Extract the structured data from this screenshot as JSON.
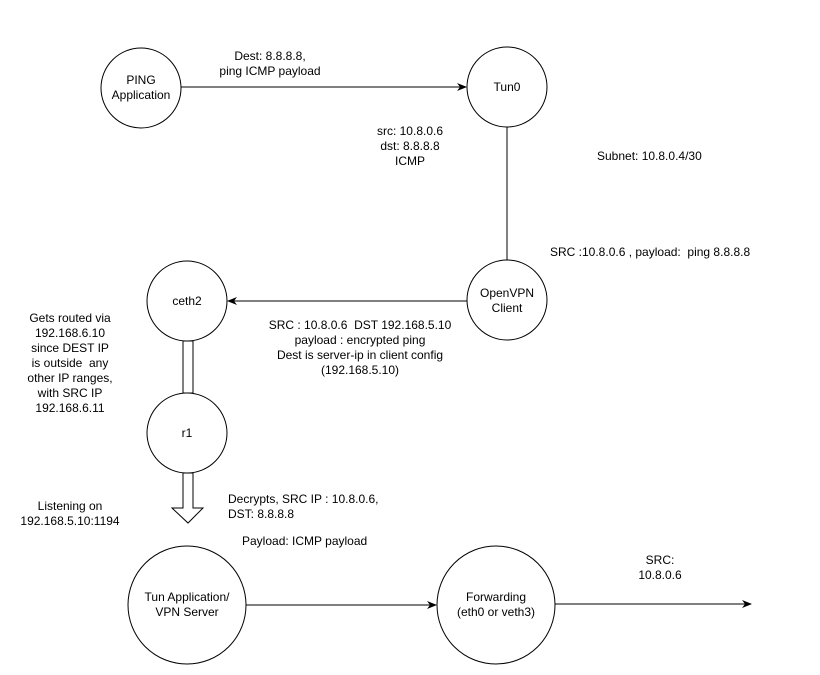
{
  "nodes": {
    "ping": [
      "PING",
      "Application"
    ],
    "tun0": "Tun0",
    "openvpn": [
      "OpenVPN",
      "Client"
    ],
    "ceth2": "ceth2",
    "r1": "r1",
    "tunapp": [
      "Tun Application/",
      "VPN Server"
    ],
    "forwarding": [
      "Forwarding",
      "(eth0 or veth3)"
    ]
  },
  "labels": {
    "ping_to_tun": [
      "Dest: 8.8.8.8,",
      "ping ICMP payload"
    ],
    "tun_packet": [
      "src: 10.8.0.6",
      "dst: 8.8.8.8",
      "ICMP"
    ],
    "subnet": "Subnet: 10.8.0.4/30",
    "openvpn_src": "SRC :10.8.0.6 , payload:  ping 8.8.8.8",
    "client_to_ceth2": [
      "SRC : 10.8.0.6  DST 192.168.5.10",
      "payload : encrypted ping",
      "Dest is server-ip in client config",
      "(192.168.5.10)"
    ],
    "routed": [
      "Gets routed via",
      "192.168.6.10",
      "since DEST IP",
      "is outside  any",
      "other IP ranges,",
      "with SRC IP",
      "192.168.6.11"
    ],
    "listening": [
      "Listening on",
      "192.168.5.10:1194"
    ],
    "decrypts": [
      "Decrypts, SRC IP : 10.8.0.6,",
      "DST: 8.8.8.8"
    ],
    "payload": "Payload: ICMP payload",
    "fwd_src": [
      "SRC:",
      "10.8.0.6"
    ]
  }
}
